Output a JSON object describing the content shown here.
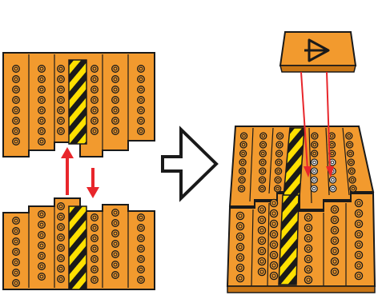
{
  "diagram": {
    "description_free": true,
    "colors": {
      "panel": "#f29a2e",
      "outline": "#1a1a1a",
      "stripe_yellow": "#ffe000",
      "stripe_black": "#1a1a1a",
      "arrow_red": "#e8262b",
      "background": "#ffffff"
    },
    "icons": {
      "top_left": "interlocking-panel-top",
      "bottom_left": "interlocking-panel-bottom",
      "transition": "outline-right-arrow",
      "result": "assembled-panels-perspective",
      "inset_tile": "play-triangle-tile"
    }
  }
}
